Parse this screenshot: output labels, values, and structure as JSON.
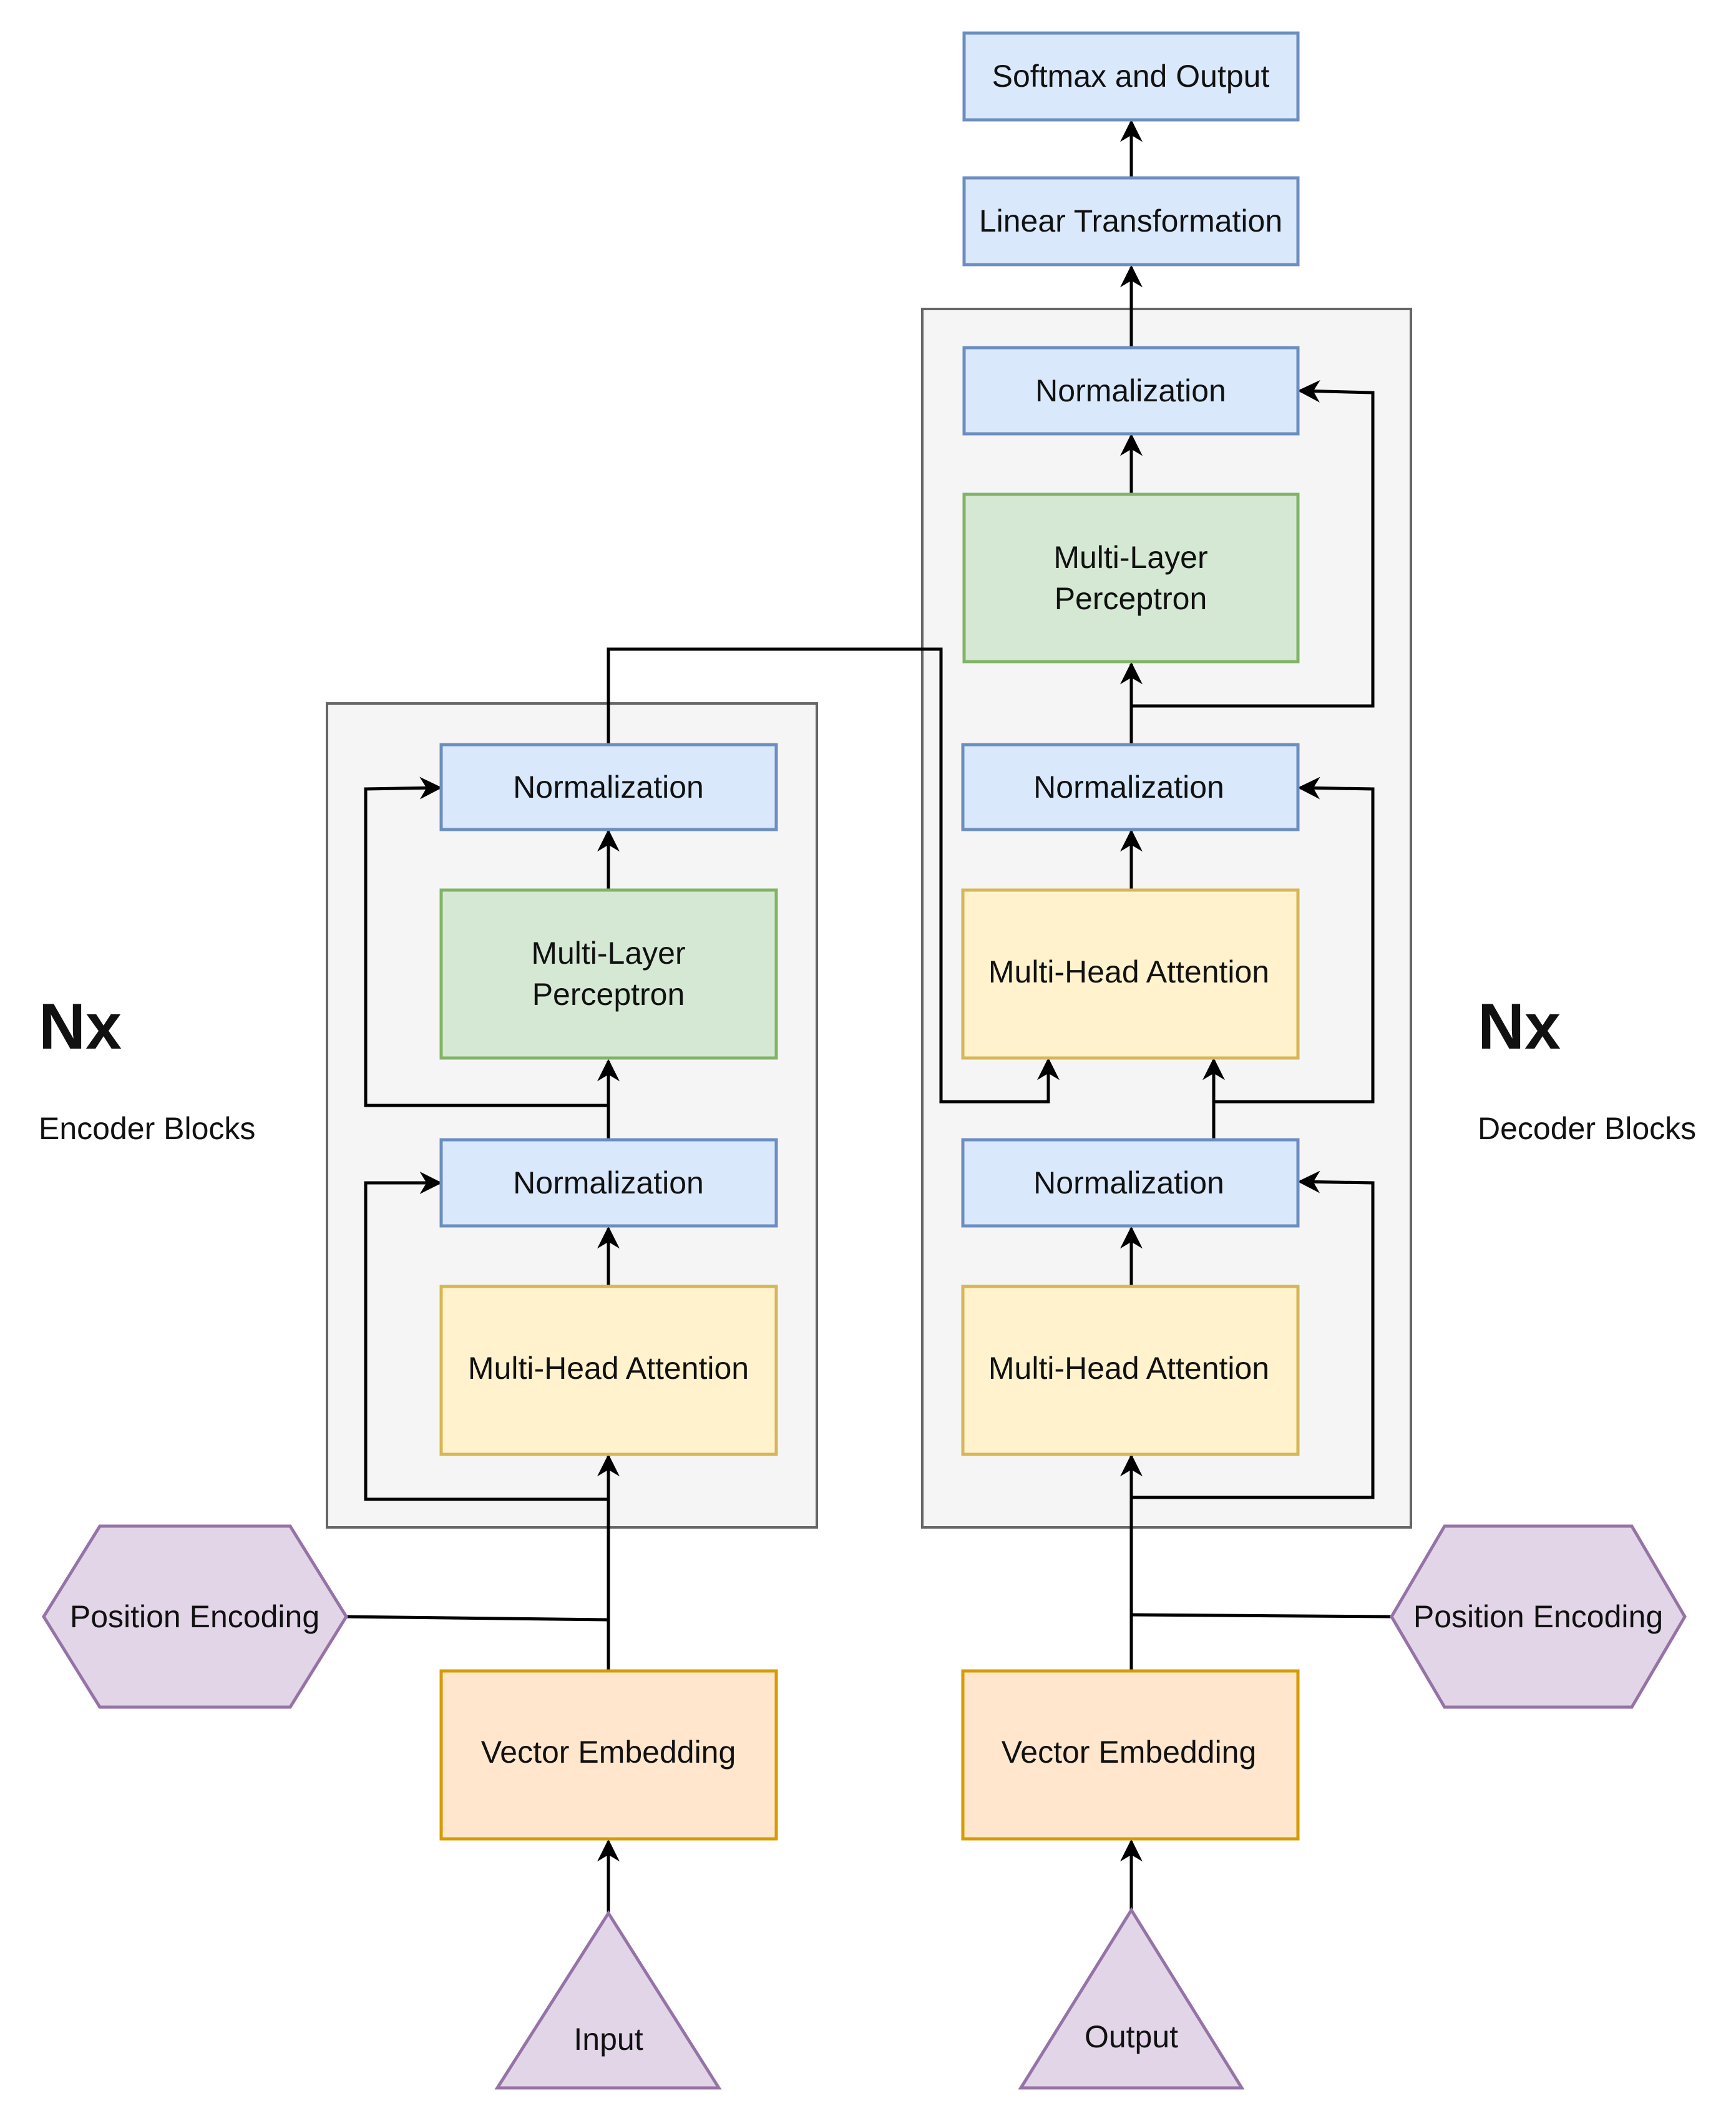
{
  "colors": {
    "blue_fill": "#dae8fc",
    "blue_stroke": "#6c8ebf",
    "green_fill": "#d5e8d4",
    "green_stroke": "#82b366",
    "yellow_fill": "#fff2cc",
    "yellow_stroke": "#d6b656",
    "orange_fill": "#ffe6cc",
    "orange_stroke": "#d79b00",
    "purple_fill": "#e1d5e7",
    "purple_stroke": "#9673a6",
    "group_fill": "#f5f5f5",
    "group_stroke": "#666666"
  },
  "encoder": {
    "nx_label": "Nx",
    "blocks_label": "Encoder Blocks",
    "input": "Input",
    "embedding": "Vector Embedding",
    "position": "Position Encoding",
    "attention": "Multi-Head Attention",
    "norm1": "Normalization",
    "mlp_line1": "Multi-Layer",
    "mlp_line2": "Perceptron",
    "norm2": "Normalization"
  },
  "decoder": {
    "nx_label": "Nx",
    "blocks_label": "Decoder Blocks",
    "output": "Output",
    "embedding": "Vector Embedding",
    "position": "Position Encoding",
    "attention1": "Multi-Head Attention",
    "norm1": "Normalization",
    "attention2": "Multi-Head Attention",
    "norm2": "Normalization",
    "mlp_line1": "Multi-Layer",
    "mlp_line2": "Perceptron",
    "norm3": "Normalization"
  },
  "head": {
    "linear": "Linear Transformation",
    "softmax": "Softmax and Output"
  }
}
